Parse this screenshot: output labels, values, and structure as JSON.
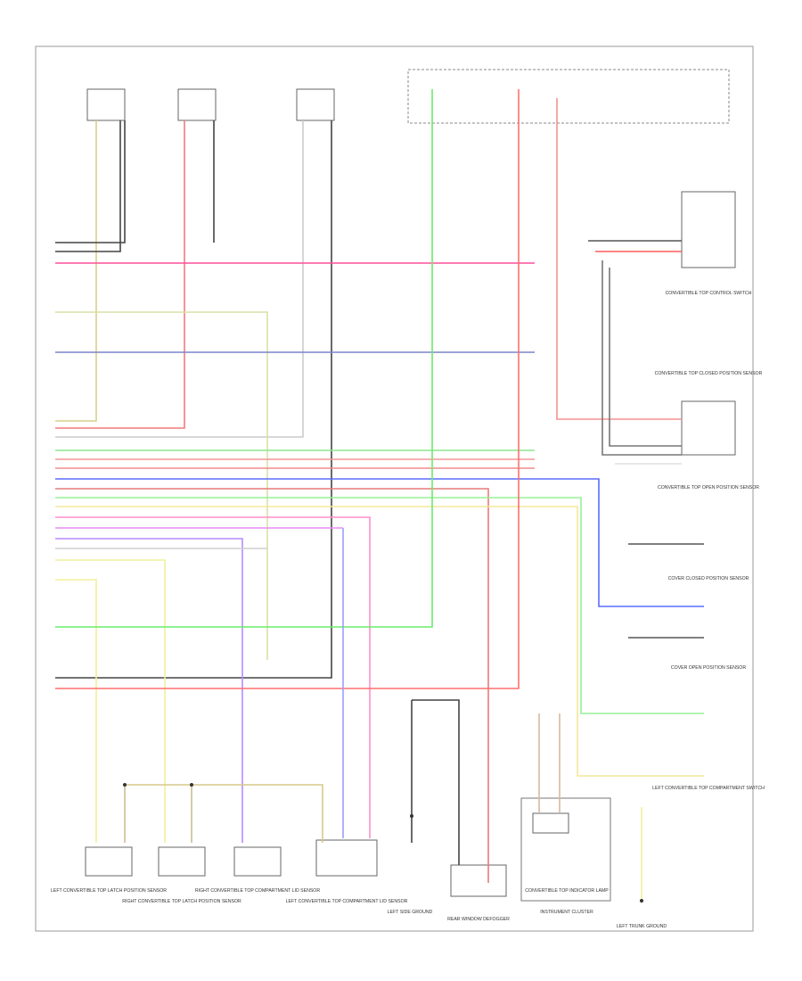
{
  "diagram": {
    "figure_code": "",
    "fuse_box_label": "",
    "instrument_cluster_label": "INSTRUMENT CLUSTER",
    "bottom_components": [
      "LEFT CONVERTIBLE TOP LATCH POSITION SENSOR",
      "RIGHT CONVERTIBLE TOP LATCH POSITION SENSOR",
      "RIGHT CONVERTIBLE TOP COMPARTMENT LID SENSOR",
      "LEFT CONVERTIBLE TOP COMPARTMENT LID SENSOR",
      "LEFT SIDE GROUND",
      "REAR WINDOW DEFOGGER",
      "CONVERTIBLE TOP INDICATOR LAMP",
      "LEFT TRUNK GROUND"
    ],
    "right_components": [
      "CONVERTIBLE TOP CONTROL SWITCH",
      "CONVERTIBLE TOP CLOSED POSITION SENSOR",
      "CONVERTIBLE TOP OPEN POSITION SENSOR",
      "COVER CLOSED POSITION SENSOR",
      "COVER OPEN POSITION SENSOR",
      "LEFT CONVERTIBLE TOP COMPARTMENT SWITCH"
    ]
  }
}
